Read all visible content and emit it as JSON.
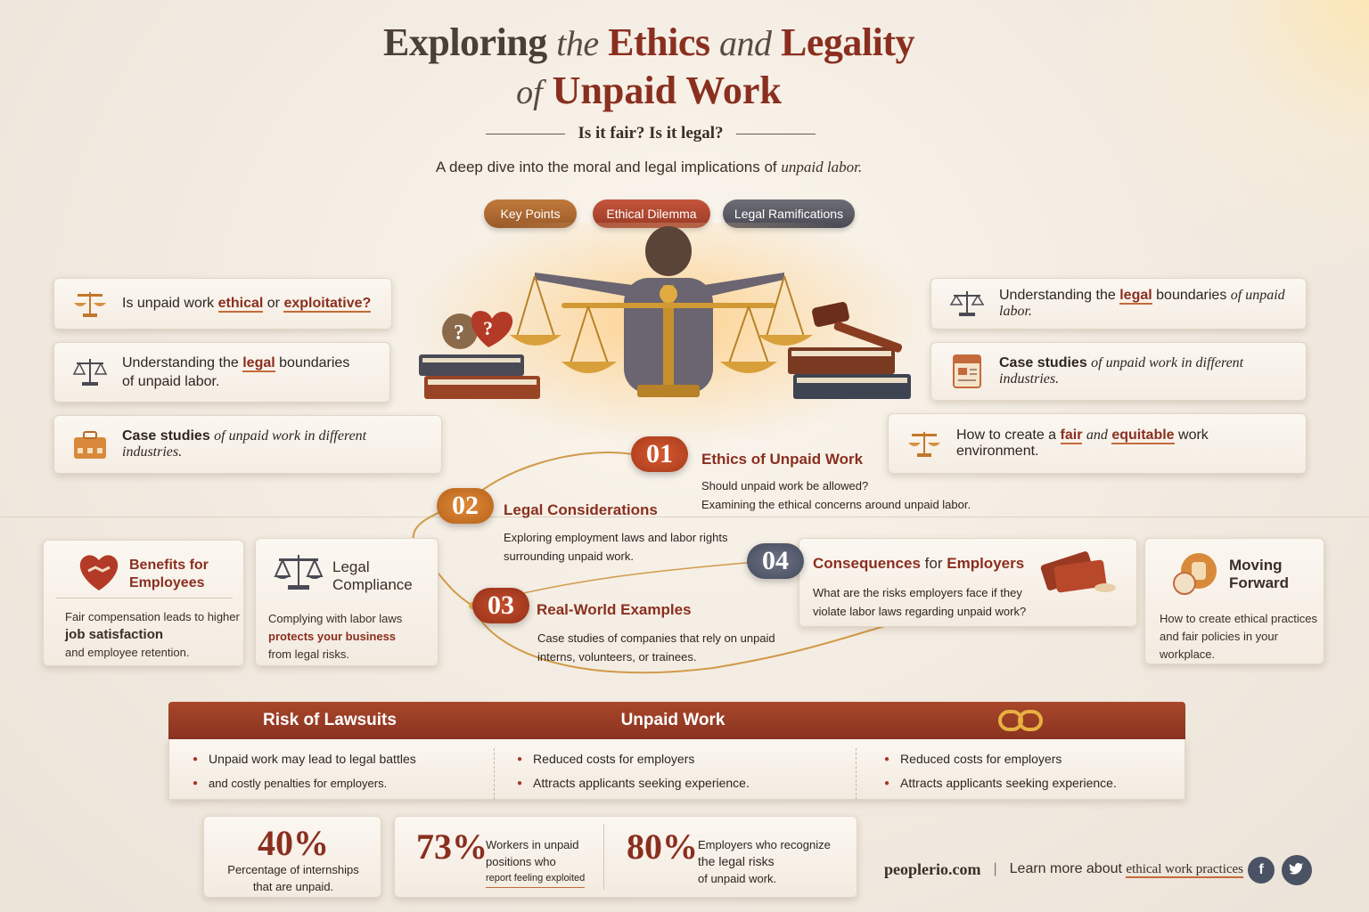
{
  "header": {
    "title_word1": "Exploring",
    "title_word2": "the",
    "title_word3": "Ethics",
    "title_word4": "and",
    "title_word5": "Legality",
    "title_line2_of": "of",
    "title_line2_main": "Unpaid Work",
    "tagline": "Is it fair? Is it legal?",
    "subtitle_main": "A deep dive into the moral and legal implications of",
    "subtitle_em": "unpaid labor."
  },
  "pills": [
    "Key Points",
    "Ethical Dilemma",
    "Legal Ramifications"
  ],
  "left_cards": [
    {
      "icon": "scales-icon",
      "pre": "Is unpaid work",
      "em1": "ethical",
      "mid": "or",
      "em2": "exploitative?"
    },
    {
      "icon": "balance-icon",
      "pre": "Understanding the",
      "em": "legal",
      "post": "boundaries",
      "line2": "of unpaid labor."
    },
    {
      "icon": "briefcase-icon",
      "b": "Case studies",
      "i": "of unpaid work in different industries."
    }
  ],
  "right_cards": [
    {
      "icon": "balance-icon",
      "pre": "Understanding the",
      "em": "legal",
      "post": "boundaries",
      "i": "of unpaid labor."
    },
    {
      "icon": "document-icon",
      "b": "Case studies",
      "i": "of unpaid work in different industries."
    },
    {
      "icon": "scales-icon",
      "pre": "How to create a",
      "em1": "fair",
      "mid": "and",
      "em2": "equitable",
      "post": "work environment."
    }
  ],
  "timeline": [
    {
      "num": "01",
      "title": "Ethics of Unpaid Work",
      "lines": [
        "Should unpaid work be allowed?",
        "Examining the ethical concerns around unpaid labor."
      ]
    },
    {
      "num": "02",
      "title": "Legal Considerations",
      "lines": [
        "Exploring employment laws and labor rights",
        "surrounding unpaid work."
      ]
    },
    {
      "num": "03",
      "title": "Real-World Examples",
      "lines": [
        "Case studies of companies that rely on unpaid",
        "interns, volunteers, or trainees."
      ]
    },
    {
      "num": "04",
      "title_a": "Consequences",
      "title_b": "for",
      "title_c": "Employers",
      "lines": [
        "What are the risks employers face if they",
        "violate labor laws regarding unpaid work?"
      ]
    }
  ],
  "benefits": {
    "title1": "Benefits for",
    "title2": "Employees",
    "l1": "Fair compensation leads to higher",
    "l2": "job satisfaction",
    "l3": "and employee retention."
  },
  "compliance": {
    "title1": "Legal",
    "title2": "Compliance",
    "l1": "Complying with labor laws",
    "l2": "protects your business",
    "l3": "from legal risks."
  },
  "moving": {
    "title1": "Moving",
    "title2": "Forward",
    "l1": "How to create ethical practices",
    "l2": "and fair policies in your workplace."
  },
  "risk_bar": {
    "headers": [
      "Risk of Lawsuits",
      "Unpaid Work"
    ],
    "col1": [
      "Unpaid work may lead to legal battles",
      "and costly penalties for employers."
    ],
    "col2": [
      "Reduced costs for employers",
      "Attracts applicants seeking experience."
    ],
    "col3": [
      "Reduced costs for employers",
      "Attracts applicants seeking experience."
    ]
  },
  "stats": [
    {
      "value": "40%",
      "l1": "Percentage of internships",
      "l2": "that are unpaid."
    },
    {
      "value": "73%",
      "l1": "Workers in unpaid",
      "l2": "positions who",
      "l3": "report feeling exploited"
    },
    {
      "value": "80%",
      "l1": "Employers who recognize",
      "l2": "the legal risks",
      "l3": "of unpaid work."
    }
  ],
  "footer": {
    "site": "peoplerio.com",
    "sep": "|",
    "learn_pre": "Learn more about",
    "learn_link": "ethical work practices"
  },
  "colors": {
    "accent": "#8a2f1f",
    "orange": "#c46a3a",
    "slate": "#4a4a54",
    "background": "#f3ece2"
  }
}
